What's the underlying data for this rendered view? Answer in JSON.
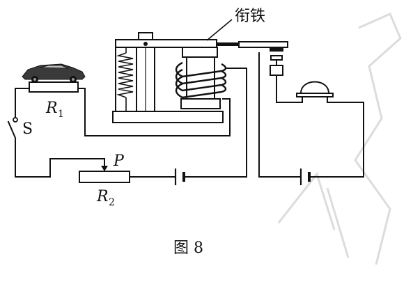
{
  "labels": {
    "armature": "衔铁",
    "switch": "S",
    "r1_main": "R",
    "r1_sub": "1",
    "r2_main": "R",
    "r2_sub": "2",
    "slider": "P",
    "caption": "图 8"
  },
  "colors": {
    "ink": "#111111",
    "background": "#ffffff",
    "watermark": "#dcdcdc"
  },
  "icons": [
    "car-icon",
    "spring-icon",
    "coil-icon",
    "bell-icon",
    "battery-icon"
  ]
}
